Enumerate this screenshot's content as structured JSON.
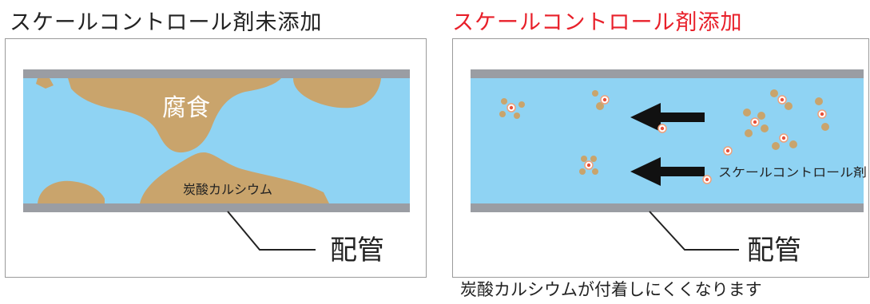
{
  "left": {
    "title": "スケールコントロール剤未添加",
    "label_corrosion": "腐食",
    "label_calcium": "炭酸カルシウム",
    "label_pipe": "配管"
  },
  "right": {
    "title": "スケールコントロール剤添加",
    "label_agent": "スケールコントロール剤",
    "label_pipe": "配管",
    "caption": "炭酸カルシウムが付着しにくくなります"
  },
  "colors": {
    "water": "#8fd3f3",
    "pipe_wall": "#9a9da3",
    "deposit": "#c9a46c",
    "title_red": "#e8202a",
    "arrow": "#111111"
  }
}
